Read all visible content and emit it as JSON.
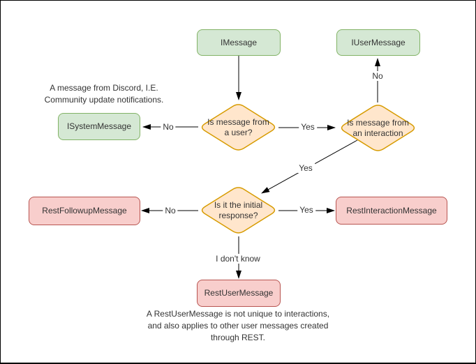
{
  "colors": {
    "background": "#ffffff",
    "frame": "#000000",
    "edge": "#000000",
    "text": "#333333",
    "green_fill": "#d5e8d4",
    "green_stroke": "#82b366",
    "orange_fill": "#ffe6cc",
    "orange_stroke": "#d79b00",
    "red_fill": "#f8cecc",
    "red_stroke": "#b85450"
  },
  "nodes": {
    "imessage": {
      "label": "IMessage"
    },
    "iusermessage": {
      "label": "IUserMessage"
    },
    "isystemmessage": {
      "label": "ISystemMessage"
    },
    "decision_user": {
      "label": "Is message from\na user?"
    },
    "decision_interaction": {
      "label": "Is message from\nan interaction"
    },
    "decision_initial": {
      "label": "Is it the initial\nresponse?"
    },
    "restfollowupmessage": {
      "label": "RestFollowupMessage"
    },
    "restinteractionmessage": {
      "label": "RestInteractionMessage"
    },
    "restusermessage": {
      "label": "RestUserMessage"
    }
  },
  "edge_labels": {
    "no_to_systemmessage": "No",
    "yes_to_interaction_decision": "Yes",
    "no_to_usermessage": "No",
    "yes_to_initial_decision": "Yes",
    "no_to_followupmessage": "No",
    "yes_to_interactionmessage": "Yes",
    "dont_know_to_usermessage": "I don't know"
  },
  "annotations": {
    "system_note": "A message from Discord, I.E.\nCommunity update notifications.",
    "restuser_note": "A RestUserMessage is not unique to interactions,\nand also applies to other user messages created\nthrough REST."
  }
}
